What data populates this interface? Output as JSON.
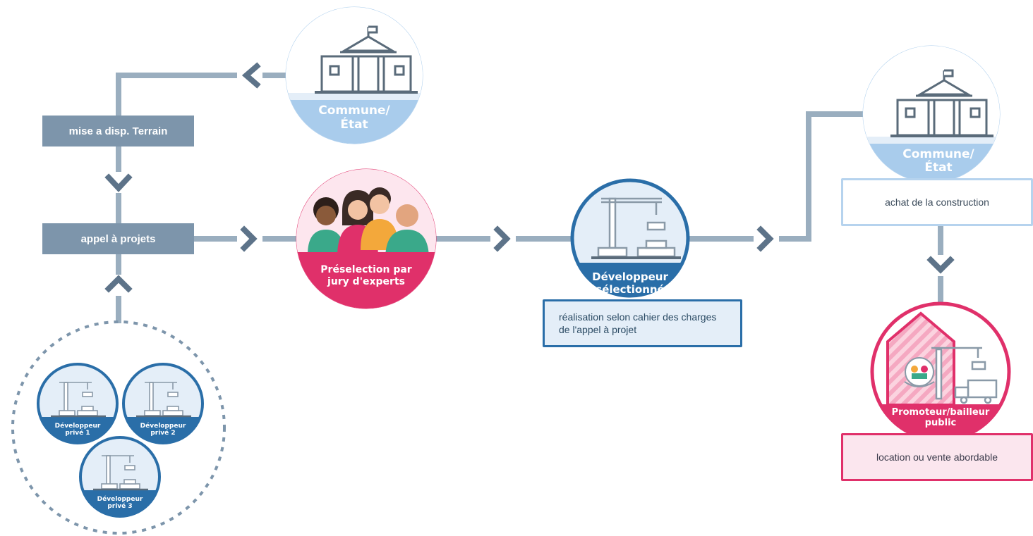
{
  "nodes": {
    "commune_top": {
      "label_line1": "Commune/",
      "label_line2": "État"
    },
    "commune_right": {
      "label_line1": "Commune/",
      "label_line2": "État"
    },
    "preselection": {
      "label_line1": "Préselection par",
      "label_line2": "jury d'experts"
    },
    "developpeur": {
      "label_line1": "Développeur",
      "label_line2": "sélectionné"
    },
    "promoteur": {
      "label_line1": "Promoteur/bailleur",
      "label_line2": "public"
    },
    "prive1": {
      "label_line1": "Développeur",
      "label_line2": "privé 1"
    },
    "prive2": {
      "label_line1": "Développeur",
      "label_line2": "privé 2"
    },
    "prive3": {
      "label_line1": "Développeur",
      "label_line2": "privé 3"
    }
  },
  "boxes": {
    "mise_a_disp": "mise a disp. Terrain",
    "appel": "appel à projets",
    "realisation": "réalisation selon cahier des charges de l'appel à projet",
    "achat": "achat de la construction",
    "location": "location ou vente abordable"
  },
  "colors": {
    "connector": "#9aaebf",
    "arrow": "#5d7389",
    "commune_blue": "#a9ccec",
    "pink": "#e0306a",
    "dark_blue": "#2a6ea8",
    "slate": "#7d95ab"
  }
}
